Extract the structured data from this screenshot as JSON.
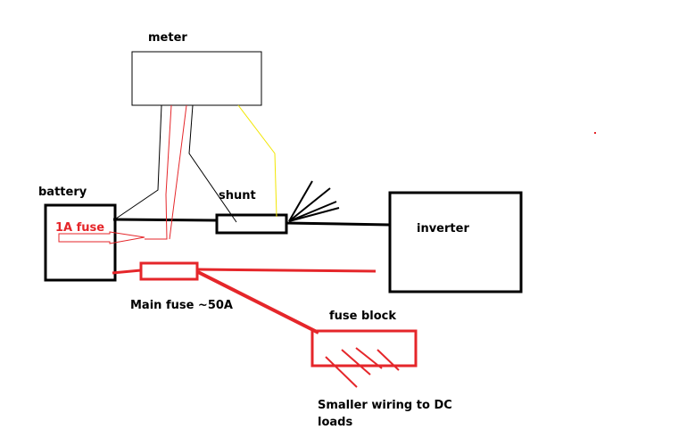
{
  "labels": {
    "meter": "meter",
    "battery": "battery",
    "fuse_1a": "1A fuse",
    "shunt": "shunt",
    "inverter": "inverter",
    "main_fuse": "Main fuse ~50A",
    "fuse_block": "fuse block",
    "loads_line1": "Smaller wiring to DC",
    "loads_line2": "loads"
  },
  "colors": {
    "black_wire": "#000000",
    "red_wire": "#e5262a",
    "sense_wire": "#f2e600",
    "background": "#ffffff"
  }
}
